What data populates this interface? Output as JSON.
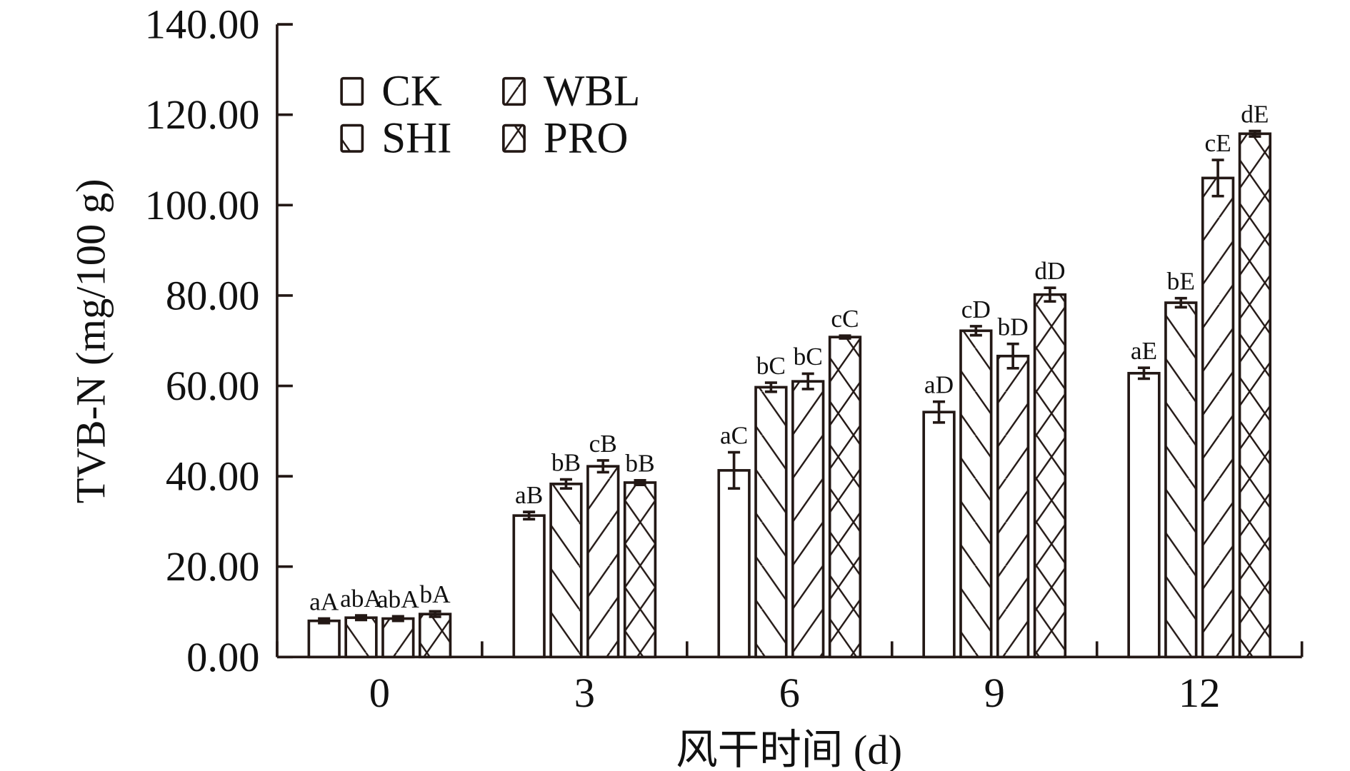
{
  "chart_data": {
    "type": "bar",
    "title": "",
    "xlabel": "风干时间 (d)",
    "ylabel": "TVB-N (mg/100 g)",
    "ylim": [
      0,
      140
    ],
    "yticks": [
      "0.00",
      "20.00",
      "40.00",
      "60.00",
      "80.00",
      "100.00",
      "120.00",
      "140.00"
    ],
    "ytick_values": [
      0,
      20,
      40,
      60,
      80,
      100,
      120,
      140
    ],
    "categories": [
      "0",
      "3",
      "6",
      "9",
      "12"
    ],
    "legend_position": "top-left",
    "grid": false,
    "series": [
      {
        "name": "CK",
        "pattern": "none",
        "values": [
          8.0,
          31.3,
          41.3,
          54.2,
          62.8
        ],
        "errors": [
          0.5,
          0.8,
          4.0,
          2.3,
          1.2
        ],
        "labels": [
          "aA",
          "aB",
          "aC",
          "aD",
          "aE"
        ]
      },
      {
        "name": "SHI",
        "pattern": "backslash",
        "values": [
          8.7,
          38.3,
          59.7,
          72.2,
          78.4
        ],
        "errors": [
          0.5,
          1.0,
          1.0,
          1.0,
          1.0
        ],
        "labels": [
          "abA",
          "bB",
          "bC",
          "cD",
          "bE"
        ]
      },
      {
        "name": "WBL",
        "pattern": "slash",
        "values": [
          8.5,
          42.2,
          61.0,
          66.6,
          106.0
        ],
        "errors": [
          0.5,
          1.3,
          1.7,
          2.7,
          4.0
        ],
        "labels": [
          "abA",
          "cB",
          "bC",
          "bD",
          "cE"
        ]
      },
      {
        "name": "PRO",
        "pattern": "cross",
        "values": [
          9.5,
          38.6,
          70.8,
          80.2,
          115.8
        ],
        "errors": [
          0.6,
          0.5,
          0.3,
          1.5,
          0.6
        ],
        "labels": [
          "bA",
          "bB",
          "cC",
          "dD",
          "dE"
        ]
      }
    ],
    "colors": {
      "stroke": "#231815",
      "fill": "#ffffff"
    }
  }
}
